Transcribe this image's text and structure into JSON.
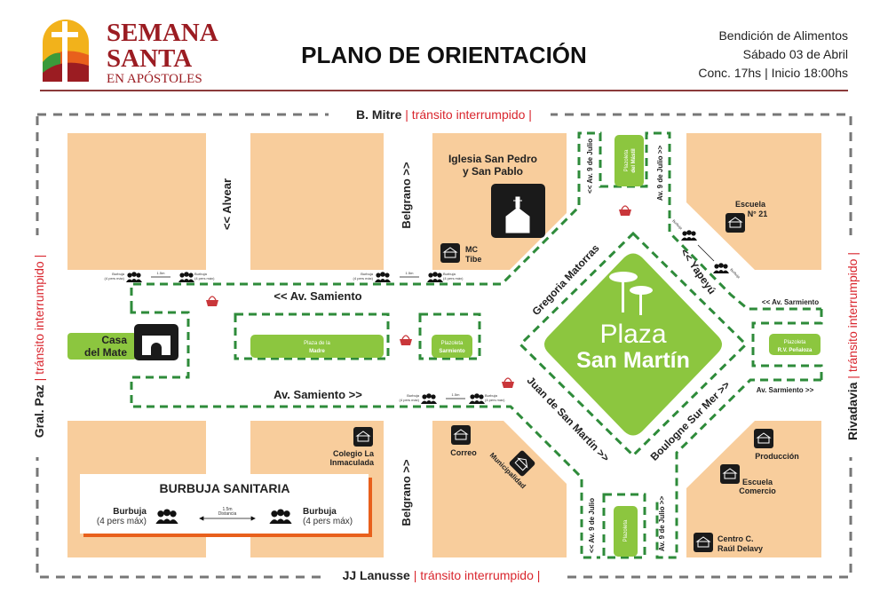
{
  "header": {
    "logo": {
      "line1": "SEMANA",
      "line2": "SANTA",
      "line3": "EN APÓSTOLES"
    },
    "title": "PLANO DE ORIENTACIÓN",
    "event": {
      "line1": "Bendición de Alimentos",
      "line2": "Sábado 03 de Abril",
      "line3": "Conc. 17hs | Inicio 18:00hs"
    }
  },
  "colors": {
    "block": "#f8cd9c",
    "plaza": "#8cc63f",
    "route": "#2e8b3a",
    "brand": "#9b1c22",
    "warning": "#d9262e",
    "accent": "#e8601c"
  },
  "perimeter": {
    "top": {
      "street": "B. Mitre",
      "note": "| tránsito interrumpido |"
    },
    "bottom": {
      "street": "JJ Lanusse",
      "note": "| tránsito interrumpido |"
    },
    "left": {
      "street": "Gral. Paz",
      "note": "| tránsito interrumpido |"
    },
    "right": {
      "street": "Rivadavia",
      "note": "| tránsito interrumpido |"
    }
  },
  "streets": {
    "alvear": "<< Alvear",
    "belgrano_top": "Belgrano >>",
    "belgrano_bottom": "Belgrano >>",
    "samiento_top": "<< Av. Samiento",
    "samiento_bottom": "Av. Samiento >>",
    "sarmiento_right_top": "<< Av. Sarmiento",
    "sarmiento_right_bottom": "Av. Sarmiento >>",
    "nueve_julio_left": "<< Av. 9 de Julio",
    "nueve_julio_right": "Av. 9 de Julio >>",
    "gregoria": "Gregoria Matorras",
    "yapeyu": "<< Yapeyú",
    "juan_san_martin": "Juan de San Martín >>",
    "boulogne": "Boulogne Sur Mer >>"
  },
  "places": {
    "plaza_san_martin": {
      "line1": "Plaza",
      "line2": "San Martín"
    },
    "plaza_madre": {
      "line1": "Plaza de la",
      "line2": "Madre"
    },
    "plazoleta_sarmiento": {
      "line1": "Plazoleta",
      "line2": "Sarmiento"
    },
    "plazoleta_penaloza": {
      "line1": "Plazoleta",
      "line2": "R.V. Peñaloza"
    },
    "plazoleta_mastil": {
      "line1": "Plazoleta",
      "line2": "del Mástil"
    },
    "plazoleta_sur": "Plazoleta",
    "casa_mate": {
      "line1": "Casa",
      "line2": "del Mate"
    },
    "iglesia": {
      "line1": "Iglesia San Pedro",
      "line2": "y San Pablo"
    },
    "mc_tibe": {
      "line1": "MC",
      "line2": "Tibe"
    },
    "escuela21": {
      "line1": "Escuela",
      "line2": "N° 21"
    },
    "colegio": {
      "line1": "Colegio La",
      "line2": "Inmaculada"
    },
    "correo": "Correo",
    "municipalidad": "Municipalidad",
    "produccion": "Producción",
    "escuela_comercio": {
      "line1": "Escuela",
      "line2": "Comercio"
    },
    "centro": {
      "line1": "Centro C.",
      "line2": "Raúl Delavy"
    }
  },
  "legend": {
    "title": "BURBUJA SANITARIA",
    "bubble_label": "Burbuja",
    "bubble_capacity": "(4 pers máx)",
    "distance_value": "1.5m",
    "distance_label": "Distancia"
  },
  "mini": {
    "bubble": "Burbuja",
    "capacity": "(4 pers máx)",
    "distance": "1.5m"
  }
}
